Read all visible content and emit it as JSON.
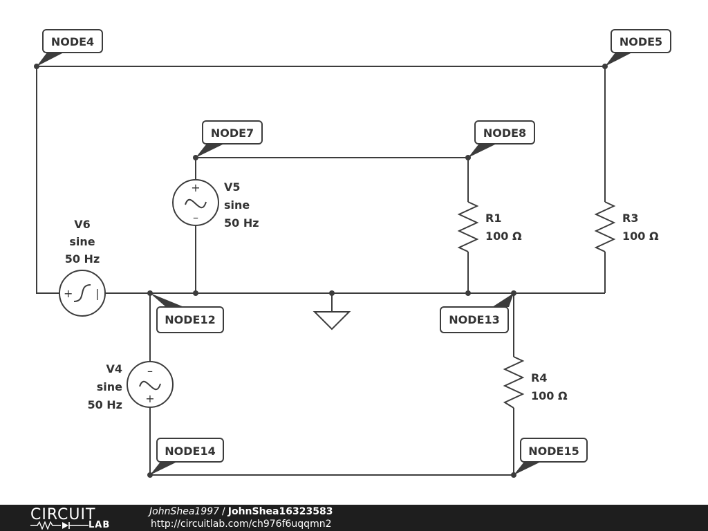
{
  "nodes": {
    "node4": "NODE4",
    "node5": "NODE5",
    "node7": "NODE7",
    "node8": "NODE8",
    "node12": "NODE12",
    "node13": "NODE13",
    "node14": "NODE14",
    "node15": "NODE15"
  },
  "components": {
    "v6": {
      "name": "V6",
      "type": "sine",
      "freq": "50 Hz"
    },
    "v5": {
      "name": "V5",
      "type": "sine",
      "freq": "50 Hz"
    },
    "v4": {
      "name": "V4",
      "type": "sine",
      "freq": "50 Hz"
    },
    "r1": {
      "name": "R1",
      "value": "100 Ω"
    },
    "r3": {
      "name": "R3",
      "value": "100 Ω"
    },
    "r4": {
      "name": "R4",
      "value": "100 Ω"
    }
  },
  "footer": {
    "logo_top": "CIRCUIT",
    "logo_bottom": "LAB",
    "author": "JohnShea1997",
    "separator": "/",
    "circuit_name": "JohnShea16323583",
    "url": "http://circuitlab.com/ch976f6uqqmn2"
  }
}
